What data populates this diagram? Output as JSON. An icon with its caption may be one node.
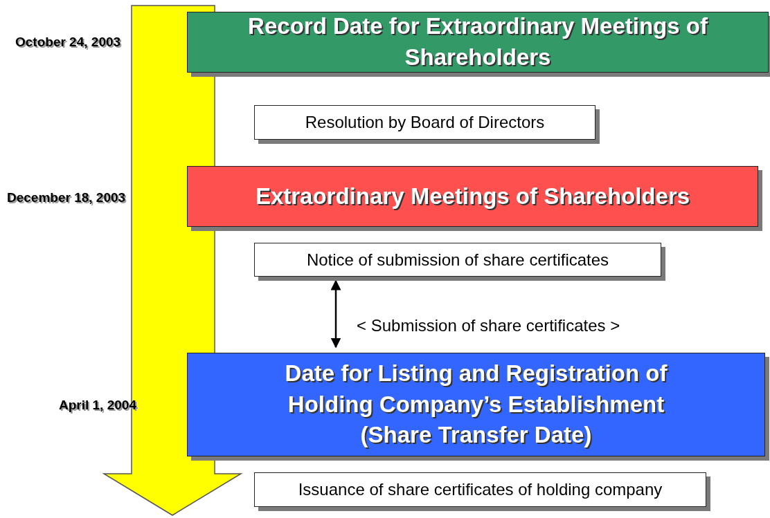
{
  "diagram": {
    "nodes": [
      {
        "text": [
          "Record Date for Extraordinary Meetings of Shareholders"
        ]
      },
      {
        "text": [
          "Resolution by Board of Directors"
        ]
      },
      {
        "text": [
          "Extraordinary Meetings of Shareholders"
        ]
      },
      {
        "text": [
          "Notice of submission of share certificates"
        ]
      },
      {
        "text": [
          "Date for Listing and Registration of Holding Company’s Establishment (Share Transfer Date)"
        ]
      },
      {
        "text": [
          "Issuance of share certificates of holding company"
        ]
      }
    ],
    "edges": [
      {
        "from": 3,
        "to": 4,
        "arrow": "both",
        "label": "< Submission of share certificates >"
      }
    ],
    "labels": [
      "October 24, 2003",
      "December 18, 2003",
      "April 1, 2004"
    ]
  }
}
